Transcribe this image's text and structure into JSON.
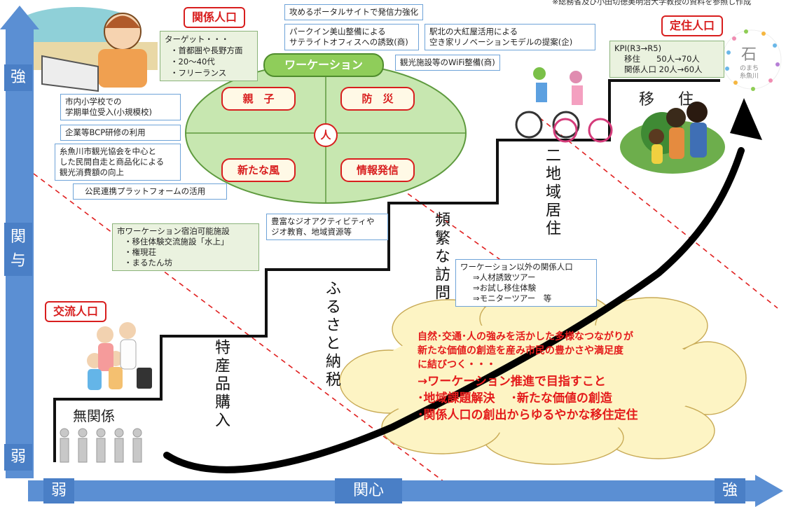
{
  "source_note": "※総務省及び小田切徳美明治大学教授の資料を参照し作成",
  "axes": {
    "vertical": {
      "top": "強",
      "middle": "関与",
      "bottom": "弱"
    },
    "horizontal": {
      "left": "弱",
      "middle": "関心",
      "right": "強"
    }
  },
  "tags": {
    "kankei": "関係人口",
    "teiju": "定住人口",
    "koryu": "交流人口"
  },
  "target_box": [
    "ターゲット・・・",
    "・首都圏や長野方面",
    "・20～40代",
    "・フリーランス"
  ],
  "top_notes": {
    "portal": "攻めるポータルサイトで発信力強化",
    "parkin": [
      "パークイン美山整備による",
      "サテライトオフィスへの誘致(商)"
    ],
    "ekikita": [
      "駅北の大紅屋活用による",
      "空き家リノベーションモデルの提案(企)"
    ],
    "wifi": "観光施設等のWiFi整備(商)"
  },
  "left_notes": {
    "school": [
      "市内小学校での",
      "学期単位受入(小規模校)"
    ],
    "bcp": "企業等BCP研修の利用",
    "kanko": [
      "糸魚川市観光協会を中心と",
      "した民間自走と商品化による",
      "観光消費額の向上"
    ],
    "platform": "公民連携プラットフォームの活用"
  },
  "facility_box": [
    "市ワーケーション宿泊可能施設",
    "・移住体験交流施設「水上」",
    "・権現荘",
    "・まるたん坊"
  ],
  "geo_box": [
    "豊富なジオアクティビティや",
    "ジオ教育、地域資源等"
  ],
  "other_box": [
    "ワーケーション以外の関係人口",
    "⇒人材誘致ツアー",
    "⇒お試し移住体験",
    "⇒モニターツアー　等"
  ],
  "kpi_box": [
    "KPI(R3→R5)",
    "移住　　50人→70人",
    "関係人口 20人→60人"
  ],
  "ellipse": {
    "title": "ワーケーション",
    "center": "人",
    "q1": "親　子",
    "q2": "防　災",
    "q3": "新たな風",
    "q4": "情報発信"
  },
  "stairs": {
    "mukankei": "無関係",
    "tokusan": "特産品購入",
    "furusato": "ふるさと納税",
    "hinpan": "頻繁な訪問",
    "nichiiki": "二地域居住",
    "iju": "移　住"
  },
  "logo": {
    "mark": "石",
    "line1": "のまち",
    "line2": "糸魚川"
  },
  "cloud": {
    "line1": "自然･交通･人の強みを活かした多様なつながりが",
    "line2": "新たな価値の創造を産み市民の豊かさや満足度",
    "line3": "に結びつく・・・",
    "line4": "→ワーケーション推進で目指すこと",
    "line5": "･地域課題解決　 ･新たな価値の創造",
    "line6": "･関係人口の創出からゆるやかな移住定住"
  }
}
